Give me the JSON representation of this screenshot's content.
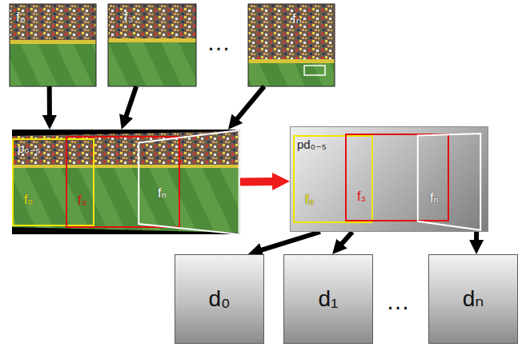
{
  "diagram": {
    "nodes": [
      {
        "text": [
          "f₀"
        ]
      },
      {
        "text": [
          "f₃"
        ]
      },
      {
        "text": [
          "fₙ"
        ]
      },
      {
        "text": [
          "p₀₋₅"
        ]
      },
      {
        "text": [
          "f₀"
        ],
        "in": 3
      },
      {
        "text": [
          "f₃"
        ],
        "in": 3
      },
      {
        "text": [
          "fₙ"
        ],
        "in": 3
      },
      {
        "text": [
          "pd₀₋₅"
        ]
      },
      {
        "text": [
          "f₀"
        ],
        "in": 7
      },
      {
        "text": [
          "f₃"
        ],
        "in": 7
      },
      {
        "text": [
          "fₙ"
        ],
        "in": 7
      },
      {
        "text": [
          "d₀"
        ]
      },
      {
        "text": [
          "d₁"
        ]
      },
      {
        "text": [
          "dₙ"
        ]
      }
    ],
    "edges": [
      {
        "from": 0,
        "to": 3,
        "arrow": "to"
      },
      {
        "from": 1,
        "to": 3,
        "arrow": "to"
      },
      {
        "from": 2,
        "to": 3,
        "arrow": "to"
      },
      {
        "from": 3,
        "to": 7,
        "arrow": "to"
      },
      {
        "from": 7,
        "to": 11,
        "arrow": "to"
      },
      {
        "from": 7,
        "to": 12,
        "arrow": "to"
      },
      {
        "from": 7,
        "to": 13,
        "arrow": "to"
      }
    ],
    "labels": [
      "…",
      "…"
    ]
  }
}
